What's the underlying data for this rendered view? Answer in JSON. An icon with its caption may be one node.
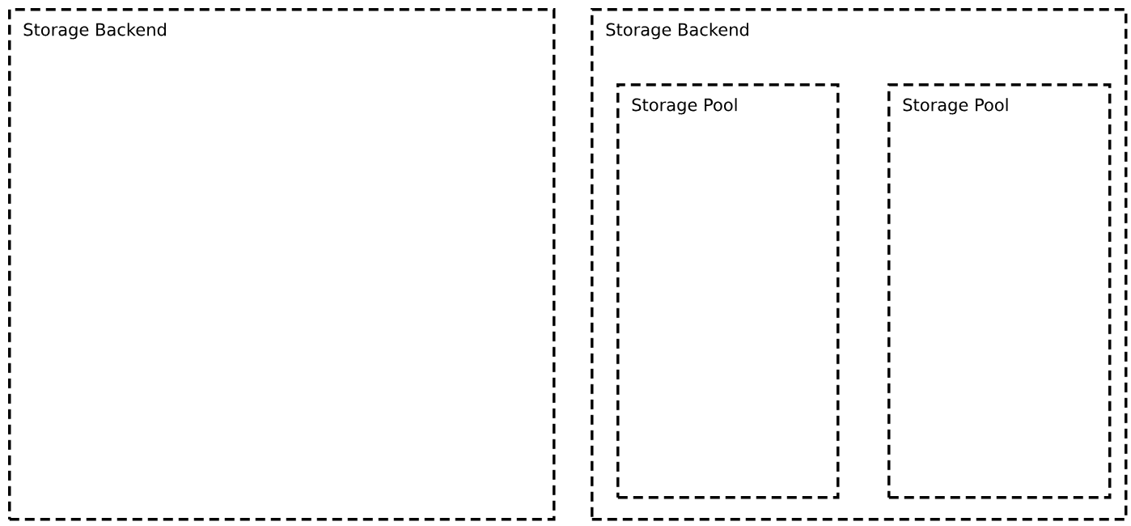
{
  "diagram": {
    "nodes": [
      {
        "text": [
          "Storage Backend"
        ]
      },
      {
        "text": [
          "Storage Backend"
        ]
      },
      {
        "text": [
          "Storage Pool"
        ],
        "in": 1
      },
      {
        "text": [
          "Storage Pool"
        ],
        "in": 1
      }
    ]
  }
}
